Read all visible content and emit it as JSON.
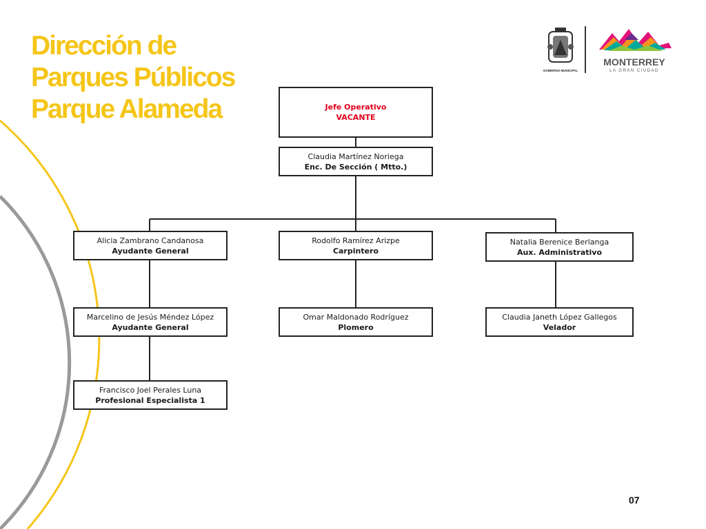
{
  "title": {
    "line1": "Dirección de",
    "line2": "Parques Públicos",
    "line3": "Parque Alameda"
  },
  "logo": {
    "shield_caption": "GOBIERNO MUNICIPAL",
    "city": "MONTERREY",
    "tagline": "LA GRAN CIUDAD"
  },
  "org": {
    "head": {
      "title": "Jefe Operativo",
      "status": "VACANTE"
    },
    "section_lead": {
      "name": "Claudia Martínez Noriega",
      "role": "Enc. De Sección ( Mtto.)"
    },
    "left_1": {
      "name": "Alicia Zambrano Candanosa",
      "role": "Ayudante General"
    },
    "left_2": {
      "name": "Marcelino de Jesús Méndez López",
      "role": "Ayudante General"
    },
    "left_3": {
      "name": "Francisco Joel Perales Luna",
      "role": "Profesional Especialista 1"
    },
    "center_1": {
      "name": "Rodolfo Ramírez Arizpe",
      "role": "Carpintero"
    },
    "center_2": {
      "name": "Omar Maldonado Rodríguez",
      "role": "Plomero"
    },
    "right_1": {
      "name": "Natalia Berenice Berlanga",
      "role": "Aux. Administrativo"
    },
    "right_2": {
      "name": "Claudia  Janeth López Gallegos",
      "role": "Velador"
    }
  },
  "page_number": "07",
  "colors": {
    "title": "#f5c518",
    "vacant": "#e0001b",
    "arc_yellow": "#f5c518",
    "arc_gray": "#9a9a9a"
  }
}
